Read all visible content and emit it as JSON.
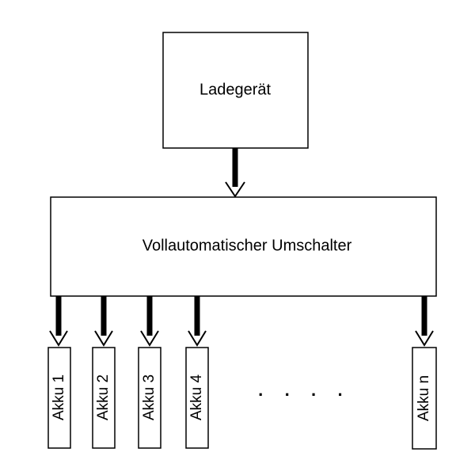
{
  "diagram": {
    "charger": {
      "label": "Ladegerät"
    },
    "switcher": {
      "label": "Vollautomatischer Umschalter"
    },
    "batteries": [
      {
        "label": "Akku 1"
      },
      {
        "label": "Akku 2"
      },
      {
        "label": "Akku 3"
      },
      {
        "label": "Akku 4"
      },
      {
        "label": "Akku n"
      }
    ],
    "ellipsis": "· · · ·"
  }
}
